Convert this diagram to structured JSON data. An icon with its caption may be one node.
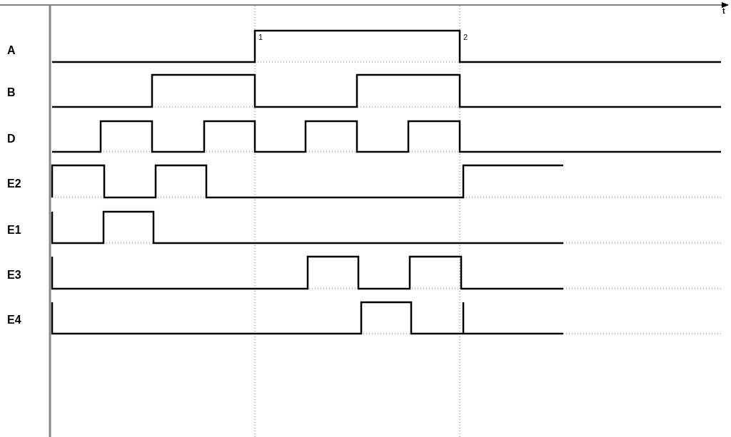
{
  "diagram": {
    "labels": [
      "t",
      "1",
      "2",
      "A",
      "B",
      "D",
      "E2",
      "E1",
      "E3",
      "E4"
    ]
  }
}
